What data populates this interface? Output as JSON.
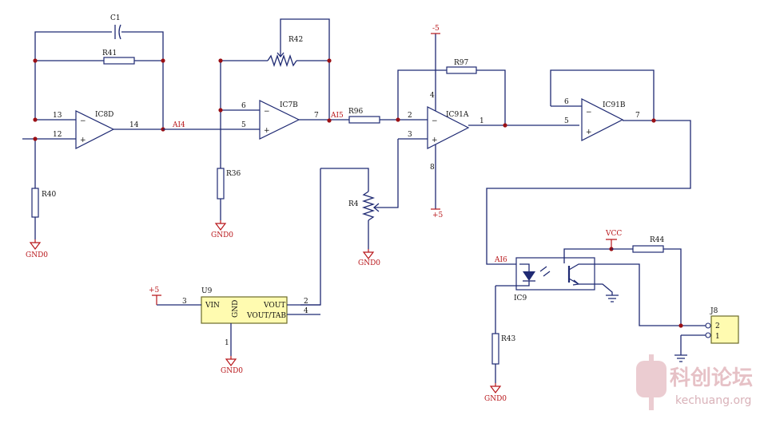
{
  "components": {
    "c1": "C1",
    "r41": "R41",
    "r42": "R42",
    "r97": "R97",
    "r96": "R96",
    "r36": "R36",
    "r40": "R40",
    "r4": "R4",
    "r43": "R43",
    "r44": "R44",
    "ic8d": "IC8D",
    "ic7b": "IC7B",
    "ic91a": "IC91A",
    "ic91b": "IC91B",
    "ic9": "IC9",
    "u9": "U9",
    "j8": "J8"
  },
  "nets": {
    "ai4": "AI4",
    "ai5": "AI5",
    "ai6": "AI6"
  },
  "power": {
    "gnd": "GND0",
    "plus5": "+5",
    "neg5": "-5",
    "pos5": "+5",
    "vcc": "VCC"
  },
  "pins": {
    "ic8d": {
      "in_neg": "13",
      "in_pos": "12",
      "out": "14"
    },
    "ic7b": {
      "in_neg": "6",
      "in_pos": "5",
      "out": "7"
    },
    "ic91a": {
      "in_neg": "2",
      "in_pos": "3",
      "out": "1",
      "vneg": "4",
      "vpos": "8"
    },
    "ic91b": {
      "in_neg": "6",
      "in_pos": "5",
      "out": "7"
    },
    "u9": {
      "vin": "3",
      "vout": "2",
      "vout_tab": "4",
      "gnd": "1"
    },
    "j8": {
      "p2": "2",
      "p1": "1"
    }
  },
  "u9": {
    "vin": "VIN",
    "vout": "VOUT",
    "vout_tab": "VOUT/TAB",
    "gnd": "GND"
  },
  "watermark": {
    "cn": "科创论坛",
    "url": "kechuang.org"
  },
  "colors": {
    "wire": "#1f2a73",
    "net_label": "#b8161a",
    "junction": "#9b1015",
    "u9_fill": "#fffbb0"
  }
}
